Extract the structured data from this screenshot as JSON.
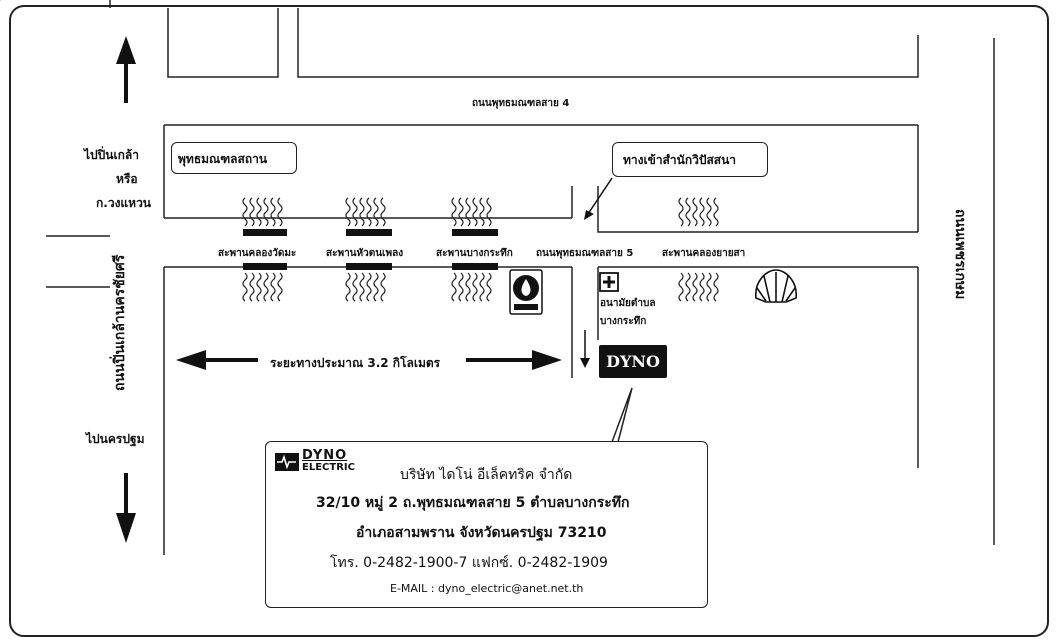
{
  "roads": {
    "top_road": "ถนนพุทธมณฑลสาย 4",
    "soi5": "ถนนพุทธมณฑลสาย 5",
    "left_road": "ถนนปิ่นเกล้านครชัยศรี",
    "right_road": "ถนนเพชรเกษม"
  },
  "directions": {
    "north_line1": "ไปปิ่นเกล้า",
    "north_line2": "หรือ",
    "north_line3": "ก.วงแหวน",
    "south": "ไปนครปฐม"
  },
  "places": {
    "buddhamonthon": "พุทธมณฑลสถาน",
    "vipassana": "ทางเข้าสำนักวิปัสสนา",
    "health_line1": "อนามัยตำบล",
    "health_line2": "บางกระทึก",
    "dyno": "DYNO"
  },
  "bridges": [
    "สะพานคลองวัดมะ",
    "สะพานหัวตนเพลง",
    "สะพานบางกระทึก",
    "สะพานคลองยายสา"
  ],
  "distance": "ระยะทางประมาณ 3.2 กิโลเมตร",
  "company": {
    "logo_line1": "DYNO",
    "logo_line2": "ELECTRIC",
    "name": "บริษัท ไดโน่ อีเล็คทริค จำกัด",
    "address1": "32/10 หมู่ 2 ถ.พุทธมณฑลสาย 5 ตำบลบางกระทึก",
    "address2": "อำเภอสามพราน จังหวัดนครปฐม 73210",
    "phone": "โทร. 0-2482-1900-7 แฟกซ์. 0-2482-1909",
    "email": "E-MAIL : dyno_electric@anet.net.th"
  },
  "icons": {
    "gas_station_logo": "shell-logo-icon",
    "water_station": "water-drop-logo-icon",
    "health_center": "first-aid-cross-icon"
  }
}
